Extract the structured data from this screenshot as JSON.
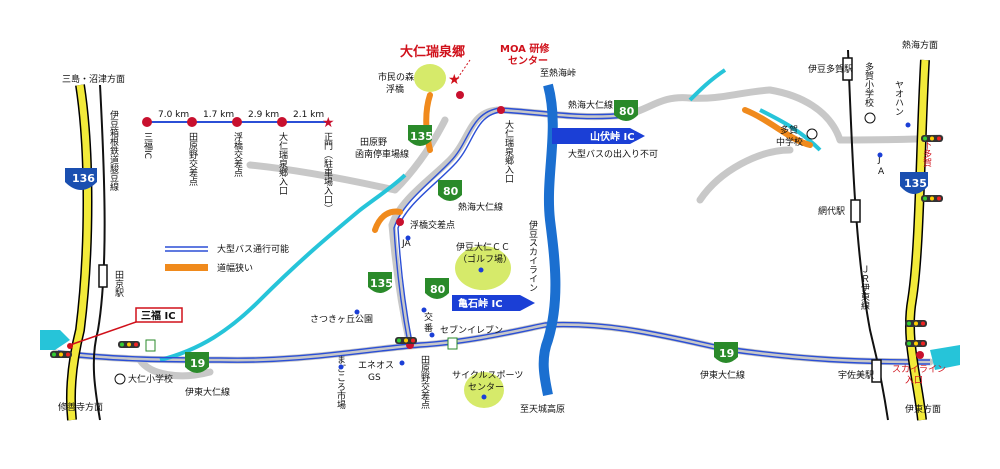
{
  "colors": {
    "road_gray": "#c8c8c8",
    "bus_route": "#2b4fd6",
    "narrow_road": "#f08a1c",
    "river": "#26c4d9",
    "skyline": "#1b6fd0",
    "highway": "#f2ea3a",
    "shield": "#2a8a2a",
    "red": "#d0101a",
    "golf": "#d6ea6a"
  },
  "titles": {
    "dainin_zuisenkyo": "大仁瑞泉郷",
    "moa_center": "MOA 研修\nセンター"
  },
  "ic_labels": {
    "sanpuku": "三福 IC",
    "yamabushi": "山伏峠 IC",
    "kameishi": "亀石峠 IC"
  },
  "distance_bar": {
    "segments": [
      "7.0 km",
      "1.7 km",
      "2.9 km",
      "2.1 km"
    ],
    "stops": [
      "三福IC",
      "田原野交差点",
      "浮橋交差点",
      "大仁瑞泉郷入口",
      "正門（駐車場入口）"
    ]
  },
  "legend": {
    "bus": "大型バス通行可能",
    "narrow": "道幅狭い"
  },
  "directions": {
    "mishima": "三島・沼津方面",
    "atami": "熱海方面",
    "shuzenji": "修善寺方面",
    "ito": "伊東方面",
    "shimotaga": "下多賀",
    "shitennou": "至熱海峠",
    "amagi": "至天城高原"
  },
  "road_names": {
    "izu_hakone": "伊豆箱根鉄道駿豆線",
    "atami_ohito_1": "熱海大仁線",
    "atami_ohito_2": "熱海大仁線",
    "ito_ohito_1": "伊東大仁線",
    "ito_ohito_2": "伊東大仁線",
    "izu_skyline": "伊豆スカイライン",
    "jr_ito": "ＪＲ伊東線",
    "bus_note": "大型バスの出入り不可"
  },
  "places": {
    "shimin_mori": "市民の森\n浮橋",
    "tawarano_bus": "田原野\n函南停車場線",
    "ukihashi_jct": "浮橋交差点",
    "ja1": "JA",
    "ja2": "J\nA",
    "golf": "伊豆大仁ＣＣ\n（ゴルフ場）",
    "satsuki": "さつきヶ丘公園",
    "koban": "交\n番",
    "seven": "セブンイレブン",
    "eneos": "エネオス\nGS",
    "magokoro": "まごころ市場",
    "tawarano_jct": "田原野交差点",
    "cycle": "サイクルスポーツ\nセンター",
    "ohito_school": "大仁小学校",
    "taga_school": "多賀\n中学校",
    "izu_taga": "伊豆多賀駅",
    "taga_elem": "多賀小学校",
    "yaohan": "ヤオハン",
    "ajiro": "網代駅",
    "usami": "宇佐美駅",
    "tahara_st": "田京駅",
    "ohito_entrance": "大仁瑞泉郷入口",
    "skyline_entrance": "スカイライン\n入口"
  },
  "shields": {
    "r136a": "136",
    "r135a": "135",
    "r135b": "135",
    "r80a": "80",
    "r80b": "80",
    "r80c": "80",
    "r19a": "19",
    "r19b": "19",
    "r135c": "135"
  }
}
